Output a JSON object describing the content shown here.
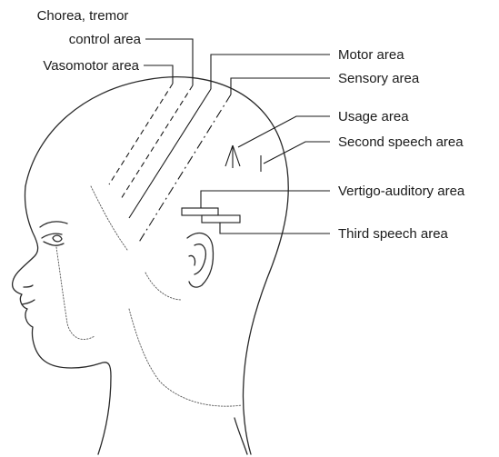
{
  "labels": {
    "chorea_line1": "Chorea, tremor",
    "chorea_line2": "control area",
    "vasomotor": "Vasomotor area",
    "motor": "Motor area",
    "sensory": "Sensory area",
    "usage": "Usage area",
    "second_speech": "Second speech area",
    "vertigo": "Vertigo-auditory area",
    "third_speech": "Third speech area"
  }
}
